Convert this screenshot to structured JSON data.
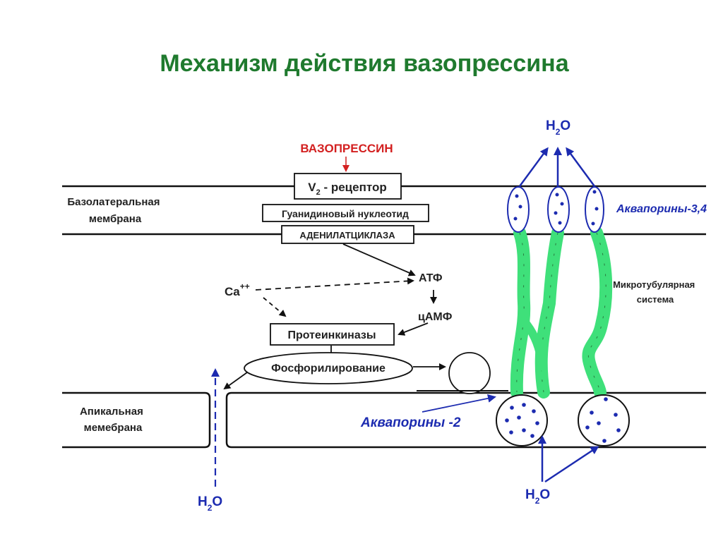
{
  "title": "Механизм действия вазопрессина",
  "vasopressin": "ВАЗОПРЕССИН",
  "receptor": {
    "v": "V",
    "sub": "2",
    "rest": " - рецептор"
  },
  "g_protein": "Гуанидиновый нуклеотид",
  "adenylate_cyclase": "АДЕНИЛАТЦИКЛАЗА",
  "basolateral_label": [
    "Базолатеральная",
    "мембрана"
  ],
  "apical_label": [
    "Апикальная",
    "мемебрана"
  ],
  "ca": {
    "base": "Ca",
    "sup": "++"
  },
  "atp": "АТФ",
  "camp": "цАМФ",
  "protein_kinases": "Протеинкиназы",
  "phosphorylation": "Фосфорилирование",
  "water": {
    "base": "H",
    "sub": "2",
    "rest": "O"
  },
  "aquaporins_34": "Аквапорины-3,4",
  "aquaporins_2": "Аквапорины -2",
  "microtubule_label": [
    "Микротубулярная",
    "система"
  ],
  "colors": {
    "title": "#1f7a2e",
    "accent_blue": "#1c2bb0",
    "red": "#d32020",
    "microtubule": "#3fe07a"
  }
}
